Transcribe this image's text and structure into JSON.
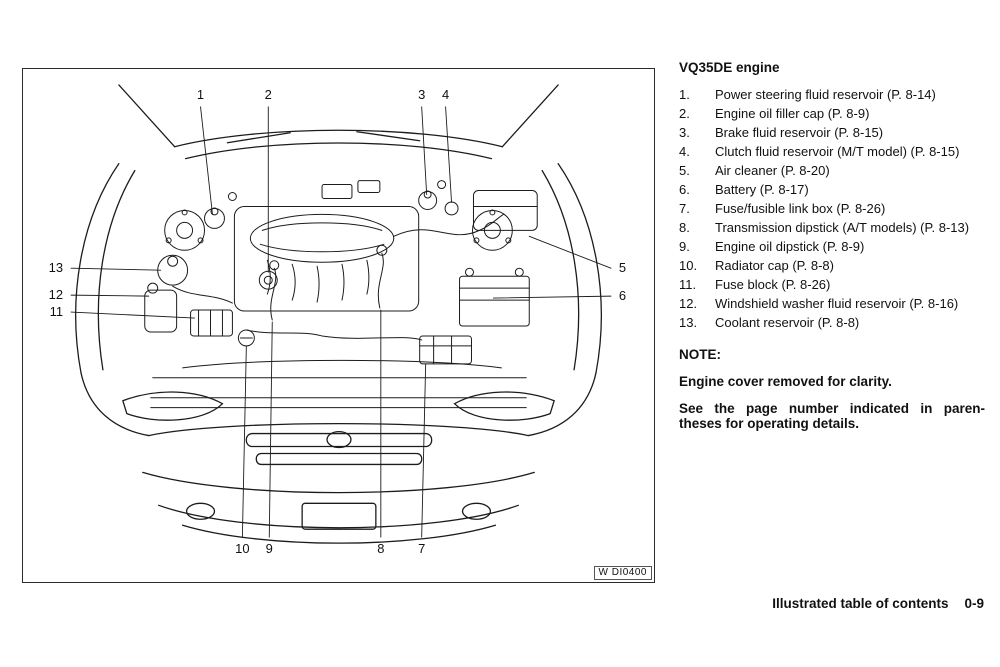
{
  "diagram": {
    "figure_code": "W DI0400",
    "callouts": [
      "1",
      "2",
      "3",
      "4",
      "5",
      "6",
      "7",
      "8",
      "9",
      "10",
      "11",
      "12",
      "13"
    ]
  },
  "legend": {
    "title": "VQ35DE engine",
    "items": [
      {
        "num": "1.",
        "text": "Power steering fluid reservoir (P. 8-14)"
      },
      {
        "num": "2.",
        "text": "Engine oil filler cap (P. 8-9)"
      },
      {
        "num": "3.",
        "text": "Brake fluid reservoir (P. 8-15)"
      },
      {
        "num": "4.",
        "text": "Clutch fluid reservoir (M/T model) (P. 8-15)"
      },
      {
        "num": "5.",
        "text": "Air cleaner (P. 8-20)"
      },
      {
        "num": "6.",
        "text": "Battery (P. 8-17)"
      },
      {
        "num": "7.",
        "text": "Fuse/fusible link box (P. 8-26)"
      },
      {
        "num": "8.",
        "text": "Transmission dipstick (A/T models) (P. 8-13)"
      },
      {
        "num": "9.",
        "text": "Engine oil dipstick (P. 8-9)"
      },
      {
        "num": "10.",
        "text": "Radiator cap (P. 8-8)"
      },
      {
        "num": "11.",
        "text": "Fuse block (P. 8-26)"
      },
      {
        "num": "12.",
        "text": "Windshield washer fluid reservoir (P. 8-16)"
      },
      {
        "num": "13.",
        "text": "Coolant reservoir (P. 8-8)"
      }
    ]
  },
  "note": {
    "heading": "NOTE:",
    "line1": "Engine cover removed for clarity.",
    "body_line1": "See the page number indicated in paren-",
    "body_line2": "theses for operating details."
  },
  "footer": {
    "title": "Illustrated table of contents",
    "page": "0-9"
  }
}
